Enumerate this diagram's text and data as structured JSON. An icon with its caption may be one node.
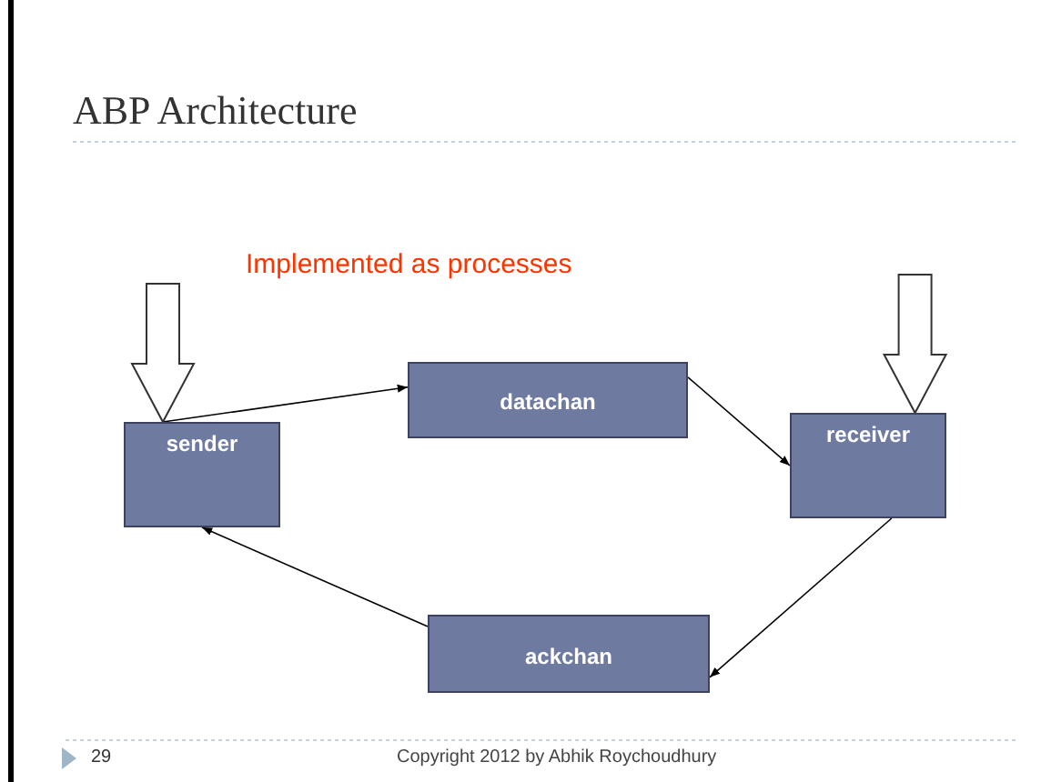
{
  "diagram": {
    "title": "ABP Architecture",
    "nodes": [
      {
        "text": [
          "sender"
        ]
      },
      {
        "text": [
          "datachan"
        ]
      },
      {
        "text": [
          "receiver"
        ]
      },
      {
        "text": [
          "ackchan"
        ]
      }
    ],
    "edges": [
      {
        "from": 0,
        "to": 1,
        "arrow": "to"
      },
      {
        "from": 1,
        "to": 2,
        "arrow": "to"
      },
      {
        "from": 2,
        "to": 3,
        "arrow": "to"
      },
      {
        "from": 3,
        "to": 0,
        "arrow": "to"
      },
      {
        "from": null,
        "to": 0,
        "arrow": "to",
        "style": "thick"
      },
      {
        "from": null,
        "to": 2,
        "arrow": "to",
        "style": "thick"
      }
    ],
    "labels": [
      "Implemented as processes",
      "29",
      "Copyright 2012 by Abhik Roychoudhury"
    ]
  }
}
